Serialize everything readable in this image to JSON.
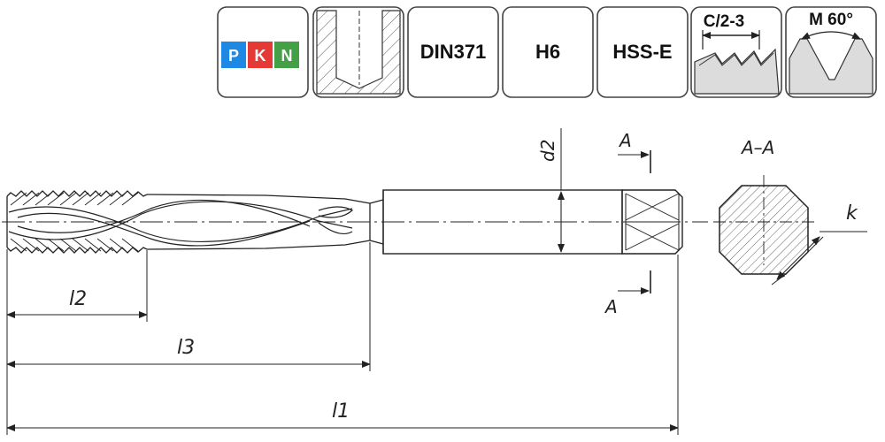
{
  "badges": {
    "material_letters": [
      "P",
      "K",
      "N"
    ],
    "material_colors": [
      "#1e88e5",
      "#e53935",
      "#43a047"
    ],
    "standard": "DIN371",
    "tolerance": "H6",
    "tool_material": "HSS-E",
    "thread_class": "C/2-3",
    "thread_profile": "M 60°",
    "border_color": "#444444"
  },
  "drawing": {
    "section_mark": "A",
    "section_title": "A–A",
    "labels": {
      "d2": "d2",
      "k": "k",
      "l1": "l1",
      "l2": "l2",
      "l3": "l3"
    },
    "line_color": "#222222"
  }
}
